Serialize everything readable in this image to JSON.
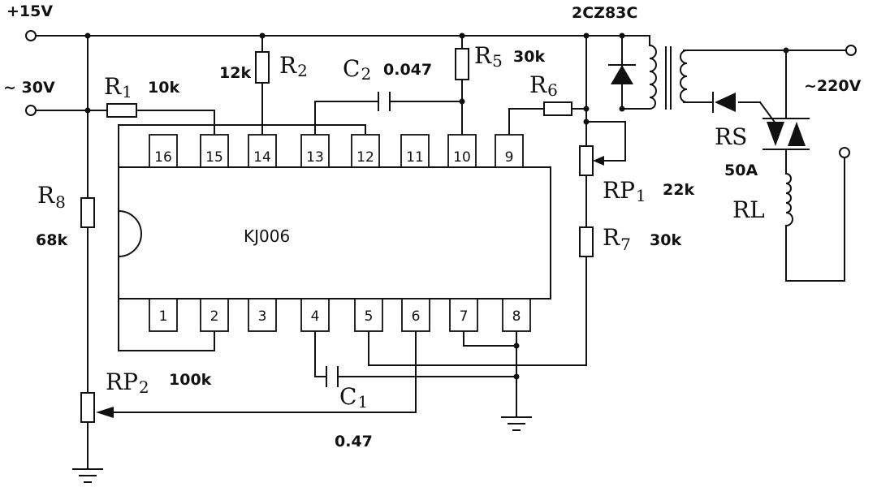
{
  "supply": {
    "plus15": "+15V",
    "ac30": "~ 30V",
    "ac220": "~220V"
  },
  "ic": {
    "name": "KJ006",
    "pins_top": [
      "16",
      "15",
      "14",
      "13",
      "12",
      "11",
      "10",
      "9"
    ],
    "pins_bottom": [
      "1",
      "2",
      "3",
      "4",
      "5",
      "6",
      "7",
      "8"
    ]
  },
  "r1": {
    "name": "R",
    "sub": "1",
    "value": "10k"
  },
  "r2": {
    "name": "R",
    "sub": "2",
    "value": "12k"
  },
  "r5": {
    "name": "R",
    "sub": "5",
    "value": "30k"
  },
  "r6": {
    "name": "R",
    "sub": "6"
  },
  "r7": {
    "name": "R",
    "sub": "7",
    "value": "30k"
  },
  "r8": {
    "name": "R",
    "sub": "8",
    "value": "68k"
  },
  "c1": {
    "name": "C",
    "sub": "1",
    "value": "0.47"
  },
  "c2": {
    "name": "C",
    "sub": "2",
    "value": "0.047"
  },
  "rp1": {
    "name": "RP",
    "sub": "1",
    "value": "22k"
  },
  "rp2": {
    "name": "RP",
    "sub": "2",
    "value": "100k"
  },
  "diode": {
    "name": "2CZ83C"
  },
  "triac": {
    "name": "RS",
    "value": "50A"
  },
  "load": {
    "name": "RL"
  }
}
